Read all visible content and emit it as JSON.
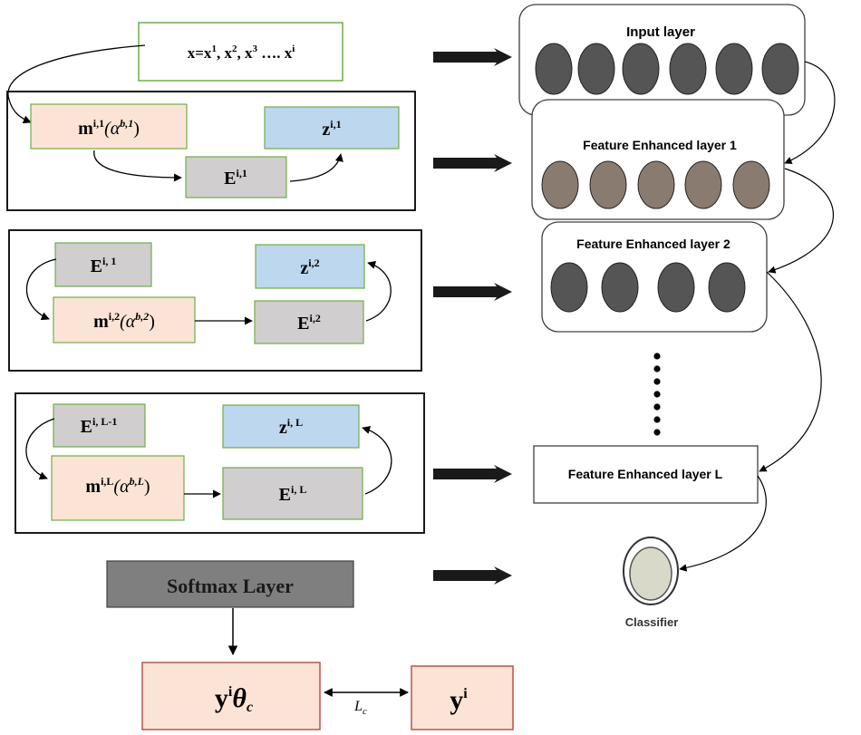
{
  "input_box": {
    "base": "x=x",
    "s1": "1",
    "s2": "2",
    "s3": "3",
    "si": "i",
    "sep": ", x",
    "dots": " …. x"
  },
  "block1": {
    "m": {
      "base": "m",
      "sup": "i,1",
      "arg": "(α",
      "argsup": "b,1",
      "close": ")"
    },
    "e": {
      "base": "E",
      "sup": "i,1"
    },
    "z": {
      "base": "z",
      "sup": "i,1"
    }
  },
  "block2": {
    "e_in": {
      "base": "E",
      "sup": "i, 1"
    },
    "m": {
      "base": "m",
      "sup": "i,2",
      "arg": "(α",
      "argsup": "b,2",
      "close": ")"
    },
    "e": {
      "base": "E",
      "sup": "i,2"
    },
    "z": {
      "base": "z",
      "sup": "i,2"
    }
  },
  "block3": {
    "e_in": {
      "base": "E",
      "sup": "i, L-1"
    },
    "m": {
      "base": "m",
      "sup": "i,L",
      "arg": "(α",
      "argsup": "b,L",
      "close": ")"
    },
    "e": {
      "base": "E",
      "sup": "i, L"
    },
    "z": {
      "base": "z",
      "sup": "i, L"
    }
  },
  "softmax": {
    "label": "Softmax Layer"
  },
  "output": {
    "pred": {
      "base": "y",
      "sup": "i",
      "theta": "θ",
      "sub": "c"
    },
    "true": {
      "base": "y",
      "sup": "i"
    },
    "loss": {
      "base": "L",
      "sub": "c"
    }
  },
  "network": {
    "input_layer": {
      "label": "Input layer",
      "nodes": 6
    },
    "fe1": {
      "label": "Feature Enhanced layer 1",
      "nodes": 5
    },
    "fe2": {
      "label": "Feature Enhanced layer 2",
      "nodes": 4
    },
    "feL": {
      "label": "Feature Enhanced layer L"
    },
    "classifier": {
      "label": "Classifier"
    }
  },
  "colors": {
    "m_fill": "#fbe4d5",
    "e_fill": "#d0cece",
    "z_fill": "#bdd7ee",
    "box_border": "#70ad47",
    "softmax_fill": "#7f7f7f",
    "output_fill": "#fbe4d5",
    "output_border": "#c0504d",
    "node_dark": "#555555",
    "node_brown": "#8a7b70",
    "classifier_fill": "#d9d9c9"
  }
}
